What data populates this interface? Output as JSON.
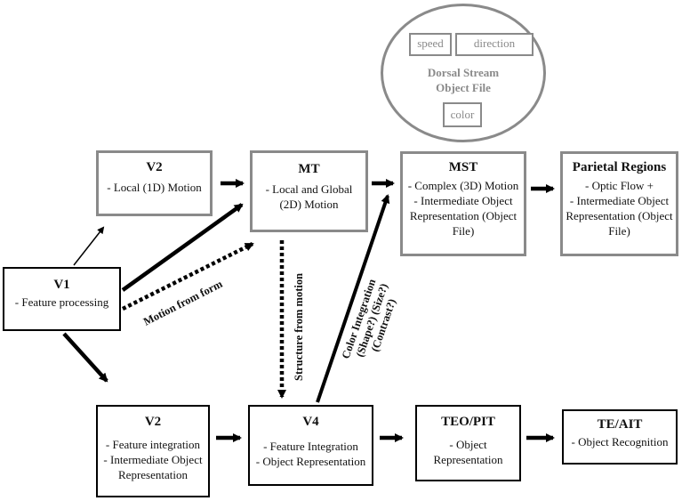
{
  "dorsal_object_file": {
    "title_line1": "Dorsal Stream",
    "title_line2": "Object File",
    "features": [
      "speed",
      "direction",
      "color"
    ]
  },
  "boxes": {
    "v2_top": {
      "title": "V2",
      "lines": [
        "- Local (1D) Motion"
      ]
    },
    "mt": {
      "title": "MT",
      "lines": [
        "- Local and Global",
        "(2D) Motion"
      ]
    },
    "mst": {
      "title": "MST",
      "lines": [
        "- Complex (3D) Motion",
        "- Intermediate Object",
        "Representation  (Object",
        "File)"
      ]
    },
    "parietal": {
      "title": "Parietal Regions",
      "lines": [
        "- Optic Flow +",
        "- Intermediate Object",
        "Representation  (Object",
        "File)"
      ]
    },
    "v1": {
      "title": "V1",
      "lines": [
        "- Feature processing"
      ]
    },
    "v2_bottom": {
      "title": "V2",
      "lines": [
        "- Feature integration",
        "- Intermediate Object",
        "Representation"
      ]
    },
    "v4": {
      "title": "V4",
      "lines": [
        "- Feature Integration",
        "- Object Representation"
      ]
    },
    "teo_pit": {
      "title": "TEO/PIT",
      "lines": [
        "- Object",
        "Representation"
      ]
    },
    "te_ait": {
      "title": "TE/AIT",
      "lines": [
        "- Object Recognition"
      ]
    }
  },
  "arrow_labels": {
    "motion_from_form": "Motion from form",
    "structure_from_motion": "Structure from motion",
    "color_integration_line1": "Color Integration",
    "color_integration_line2": "(Shape?) (Size?)",
    "color_integration_line3": "(Contrast?)"
  },
  "colors": {
    "gray_box_border": "#8a8a8a",
    "black_box_border": "#000000"
  }
}
